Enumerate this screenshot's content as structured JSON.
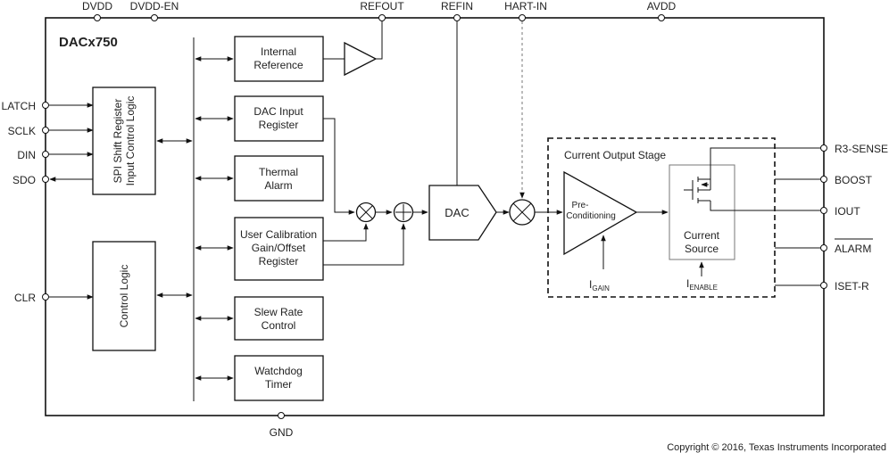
{
  "chip_name": "DACx750",
  "top_pins": {
    "dvdd": "DVDD",
    "dvdd_en": "DVDD-EN",
    "refout": "REFOUT",
    "refin": "REFIN",
    "hart_in": "HART-IN",
    "avdd": "AVDD"
  },
  "left_pins": {
    "latch": "LATCH",
    "sclk": "SCLK",
    "din": "DIN",
    "sdo": "SDO",
    "clr": "CLR"
  },
  "right_pins": {
    "r3_sense": "R3-SENSE",
    "boost": "BOOST",
    "iout": "IOUT",
    "alarm": "ALARM",
    "iset_r": "ISET-R"
  },
  "bottom_pins": {
    "gnd": "GND"
  },
  "blocks": {
    "spi_line1": "SPI Shift Register",
    "spi_line2": "Input Control Logic",
    "control_logic": "Control Logic",
    "internal_reference_line1": "Internal",
    "internal_reference_line2": "Reference",
    "dac_input_line1": "DAC Input",
    "dac_input_line2": "Register",
    "thermal_line1": "Thermal",
    "thermal_line2": "Alarm",
    "user_cal_line1": "User Calibration",
    "user_cal_line2": "Gain/Offset",
    "user_cal_line3": "Register",
    "slew_line1": "Slew Rate",
    "slew_line2": "Control",
    "watchdog_line1": "Watchdog",
    "watchdog_line2": "Timer",
    "dac": "DAC",
    "current_output_stage": "Current Output Stage",
    "preconditioning_line1": "Pre-",
    "preconditioning_line2": "Conditioning",
    "current_source_line1": "Current",
    "current_source_line2": "Source"
  },
  "signals": {
    "igain_main": "I",
    "igain_sub": "GAIN",
    "ienable_main": "I",
    "ienable_sub": "ENABLE"
  },
  "copyright": "Copyright © 2016, Texas Instruments Incorporated"
}
